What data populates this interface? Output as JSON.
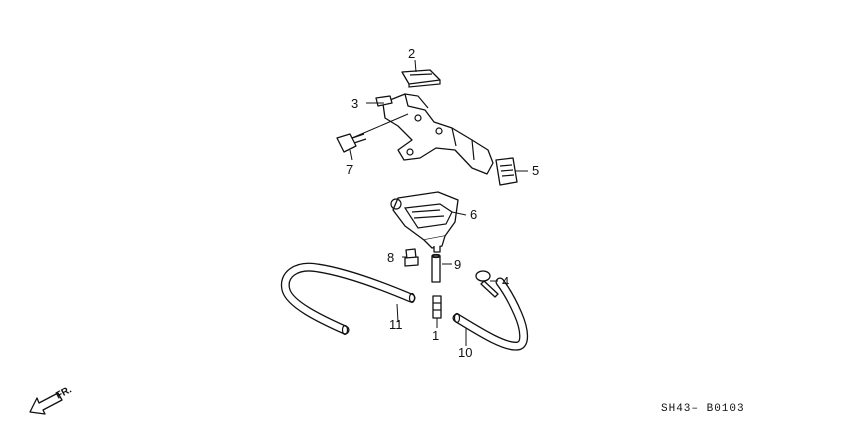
{
  "diagram": {
    "callouts": {
      "c1": "1",
      "c2": "2",
      "c3": "3",
      "c4": "4",
      "c5": "5",
      "c6": "6",
      "c7": "7",
      "c8": "8",
      "c9": "9",
      "c10": "10",
      "c11": "11"
    },
    "direction_label": "FR.",
    "diagram_code": "SH43– B0103"
  }
}
